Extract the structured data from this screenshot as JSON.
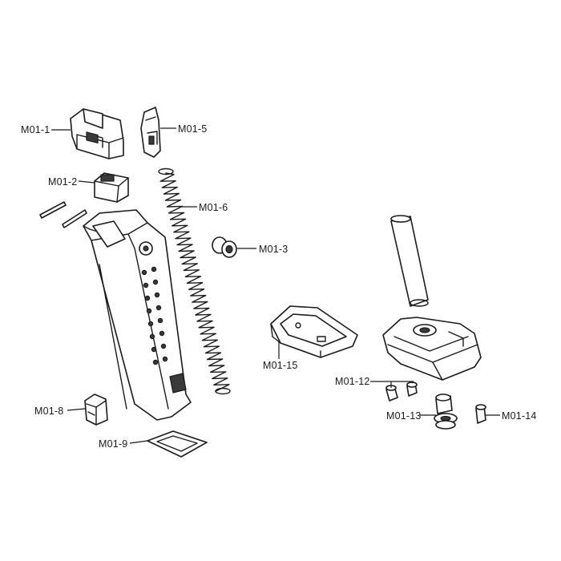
{
  "labels": {
    "m01_1": "M01-1",
    "m01_2": "M01-2",
    "m01_3": "M01-3",
    "m01_5": "M01-5",
    "m01_6": "M01-6",
    "m01_8": "M01-8",
    "m01_9": "M01-9",
    "m01_12": "M01-12",
    "m01_13": "M01-13",
    "m01_14": "M01-14",
    "m01_15": "M01-15"
  },
  "colors": {
    "line": "#1a1a1a",
    "background": "#ffffff",
    "shade": "#3a3a3a"
  }
}
